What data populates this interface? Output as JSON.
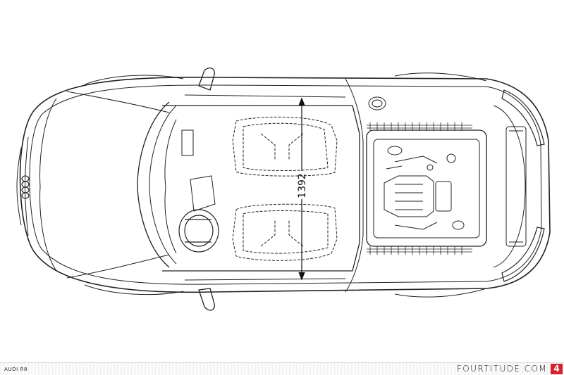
{
  "diagram": {
    "dimension_label": "1392"
  },
  "footer": {
    "model": "AUDI R8",
    "brand": "FOURTITUDE.COM",
    "badge": "4"
  },
  "colors": {
    "line": "#222222",
    "badge": "#d3232a"
  },
  "icons": [
    "audi-rings-logo",
    "v8-engine",
    "steering-wheel",
    "dimension-arrow"
  ]
}
